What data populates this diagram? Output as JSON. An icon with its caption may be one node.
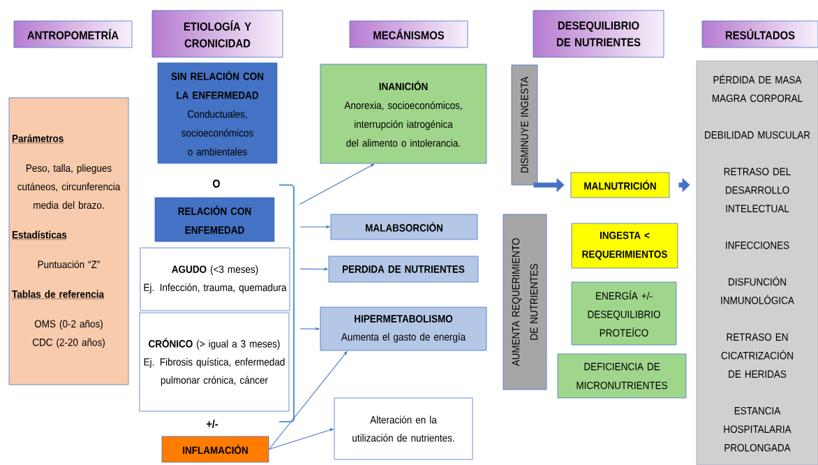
{
  "diagram": {
    "nodes": [
      {
        "text": [
          "ANTROPOMETRÍA"
        ]
      },
      {
        "text": [
          "ETIOLOGÍA Y CRONICIDAD"
        ]
      },
      {
        "text": [
          "MECÁNISMOS"
        ]
      },
      {
        "text": [
          "DESEQUILIBRIO DE NUTRIENTES"
        ]
      },
      {
        "text": [
          "RESÚLTADOS"
        ]
      },
      {
        "text": [
          "Parámetros",
          "Peso, talla, pliegues cutáneos, circunferencia media del brazo.",
          "Estadísticas",
          "Puntuación “Z”",
          "Tablas de referencia",
          "OMS (0-2 años) CDC (2-20 años)"
        ]
      },
      {
        "text": [
          "SIN RELACIÓN CON LA ENFERMEDAD",
          "Conductuales, socioeconómicos o ambientales"
        ]
      },
      {
        "text": [
          "RELACIÓN CON ENFEMEDAD"
        ]
      },
      {
        "text": [
          "**AGUDO** (<3 meses)",
          "Ej. Infección, trauma, quemadura"
        ]
      },
      {
        "text": [
          "**CRÓNICO** (> igual a 3 meses)",
          "Ej. Fibrosis quística, enfermedad pulmonar crónica, cáncer"
        ]
      },
      {
        "text": [
          "INFLAMACIÓN"
        ]
      },
      {
        "text": [
          "INANICIÓN",
          "Anorexia, socioeconómicos, interrupción iatrogénica del alimento o intolerancia."
        ]
      },
      {
        "text": [
          "MALABSORCIÓN"
        ]
      },
      {
        "text": [
          "PERDIDA DE NUTRIENTES"
        ]
      },
      {
        "text": [
          "HIPERMETABOLISMO",
          "Aumenta el gasto de energía"
        ]
      },
      {
        "text": [
          "Alteración en la utilización de nutrientes."
        ]
      },
      {
        "text": [
          "DISMINUYE INGESTA"
        ]
      },
      {
        "text": [
          "AUMENTA REQUERIMIENTO DE NUTRIENTES"
        ]
      },
      {
        "text": [
          "MALNUTRICIÓN"
        ]
      },
      {
        "text": [
          "INGESTA < REQUERIMIENTOS"
        ]
      },
      {
        "text": [
          "ENERGÍA +/- DESEQUILIBRIO PROTEÍCO"
        ]
      },
      {
        "text": [
          "DEFICIENCIA DE MICRONUTRIENTES"
        ]
      },
      {
        "text": [],
        "shape": "bracket"
      },
      {
        "text": [
          "PÉRDIDA DE MASA MAGRA CORPORAL",
          "DEBILIDAD MUSCULAR",
          "RETRASO DEL DESARROLLO INTELECTUAL",
          "INFECCIONES",
          "DISFUNCIÓN INMUNOLÓGICA",
          "RETRASO EN CICATRIZACIÓN DE HERIDAS",
          "ESTANCIA HOSPITALARIA PROLONGADA"
        ]
      }
    ],
    "edges": [
      {
        "from": 22,
        "to": 11,
        "arrow": "to"
      },
      {
        "from": 22,
        "to": 12,
        "arrow": "to"
      },
      {
        "from": 22,
        "to": 13,
        "arrow": "to"
      },
      {
        "from": 22,
        "to": 14,
        "arrow": "to"
      },
      {
        "from": 10,
        "to": 14,
        "arrow": "to"
      },
      {
        "from": 10,
        "to": 15,
        "arrow": "to"
      },
      {
        "from": 16,
        "to": 18,
        "arrow": "to",
        "style": "thick"
      },
      {
        "from": 18,
        "to": 23,
        "arrow": "to",
        "style": "thick"
      }
    ],
    "labels": [
      "O",
      "+/-"
    ]
  }
}
